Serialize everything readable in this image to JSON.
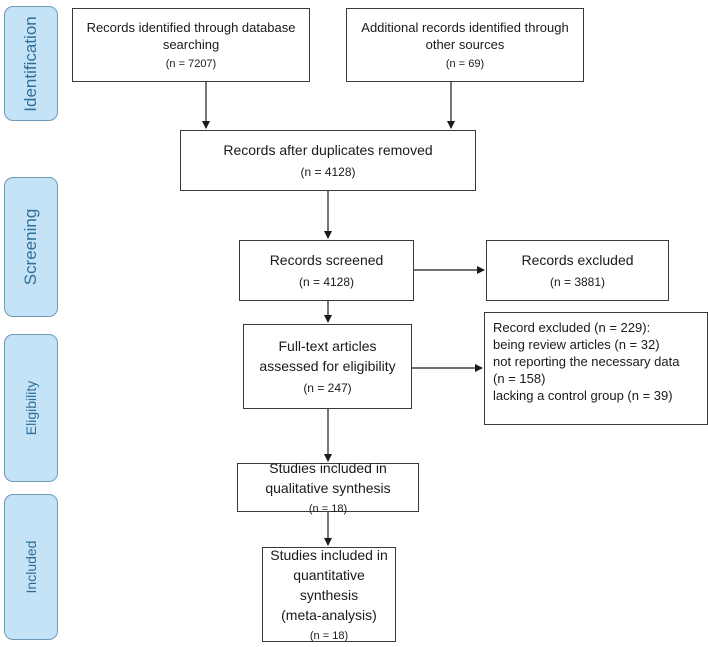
{
  "stages": {
    "identification": "Identification",
    "screening": "Screening",
    "eligibility": "Eligibility",
    "included": "Included"
  },
  "boxes": {
    "db_records": {
      "line1": "Records identified through database",
      "line2": "searching",
      "n": "(n = 7207)"
    },
    "other_records": {
      "line1": "Additional records identified through",
      "line2": "other sources",
      "n": "(n = 69)"
    },
    "after_duplicates": {
      "label": "Records after duplicates removed",
      "n": "(n = 4128)"
    },
    "screened": {
      "label": "Records screened",
      "n": "(n = 4128)"
    },
    "excluded": {
      "label": "Records excluded",
      "n": "(n = 3881)"
    },
    "fulltext": {
      "line1": "Full-text articles",
      "line2": "assessed for eligibility",
      "n": "(n = 247)"
    },
    "fulltext_excluded": {
      "lines": [
        "Record excluded (n = 229):",
        "being review articles (n = 32)",
        "not reporting the necessary data",
        "(n = 158)",
        "lacking a control group (n = 39)"
      ]
    },
    "qualitative": {
      "line1": "Studies included in",
      "line2": "qualitative synthesis",
      "n": "(n = 18)"
    },
    "quantitative": {
      "line1": "Studies included in",
      "line2": "quantitative synthesis",
      "line3": "(meta-analysis)",
      "n": "(n = 18)"
    }
  }
}
